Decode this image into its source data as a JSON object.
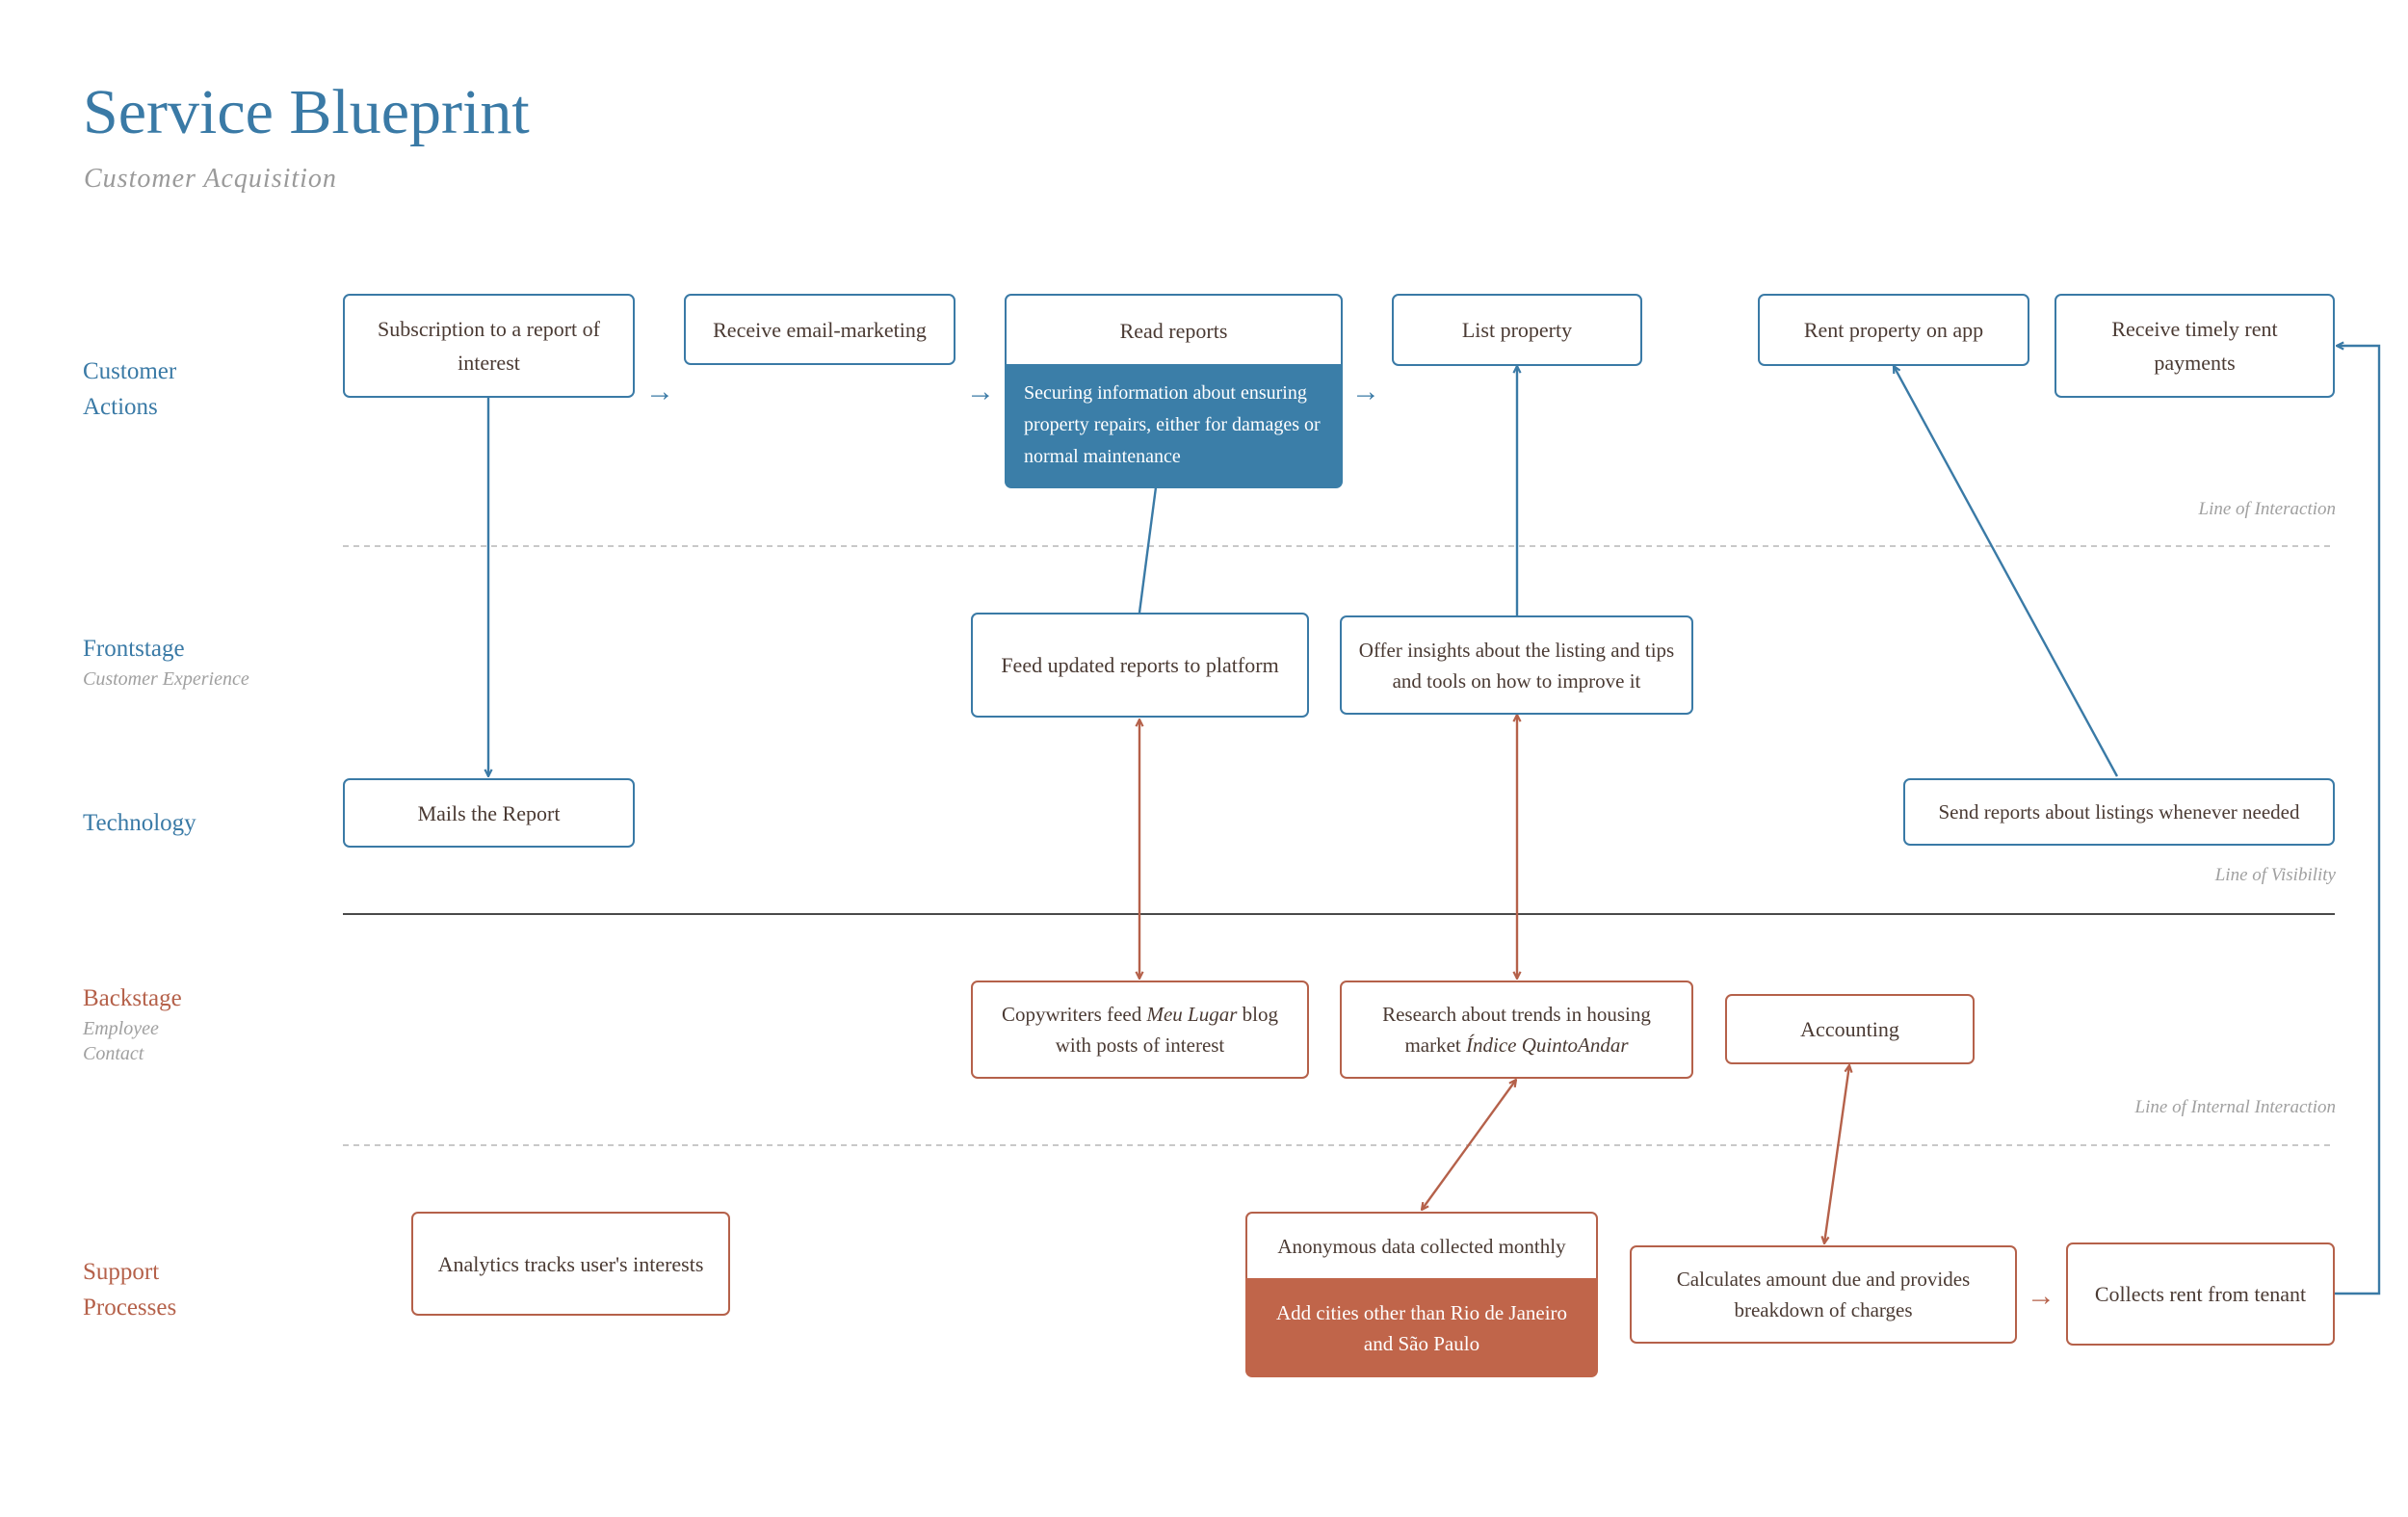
{
  "title": "Service Blueprint",
  "subtitle": "Customer Acquisition",
  "lanes": {
    "customer_l1": "Customer",
    "customer_l2": "Actions",
    "frontstage": "Frontstage",
    "frontstage_sub": "Customer Experience",
    "technology": "Technology",
    "backstage": "Backstage",
    "backstage_sub_l1": "Employee",
    "backstage_sub_l2": "Contact",
    "support_l1": "Support",
    "support_l2": "Processes"
  },
  "lines": {
    "interaction": "Line of Interaction",
    "visibility": "Line of Visibility",
    "internal": "Line of Internal Interaction"
  },
  "arrow_glyph": "→",
  "nodes": {
    "subscription": "Subscription to a report of interest",
    "email_marketing": "Receive email-marketing",
    "read_reports": "Read reports",
    "securing_info": "Securing information about ensuring property repairs, either for damages or normal maintenance",
    "list_property": "List property",
    "rent_app": "Rent property on app",
    "timely_rent": "Receive timely rent payments",
    "feed_reports": "Feed updated reports to platform",
    "offer_insights": "Offer insights about the listing and tips and tools on how to improve it",
    "mails_report": "Mails the Report",
    "send_reports": "Send reports about listings whenever needed",
    "copywriters_pre": "Copywriters feed ",
    "copywriters_em": "Meu Lugar",
    "copywriters_post": " blog with posts of interest",
    "research_pre": "Research about trends in housing market ",
    "research_em": "Índice QuintoAndar",
    "accounting": "Accounting",
    "analytics": "Analytics tracks user's interests",
    "anonymous_data": "Anonymous data collected monthly",
    "add_cities": "Add cities other than Rio de Janeiro and São Paulo",
    "calculates": "Calculates amount due and provides breakdown of charges",
    "collects_rent": "Collects rent from tenant"
  },
  "colors": {
    "blue": "#3a7aa6",
    "red": "#b5614a",
    "blue_fill": "#3b7ea8",
    "red_fill": "#c0654a",
    "muted": "#a0a0a0"
  }
}
